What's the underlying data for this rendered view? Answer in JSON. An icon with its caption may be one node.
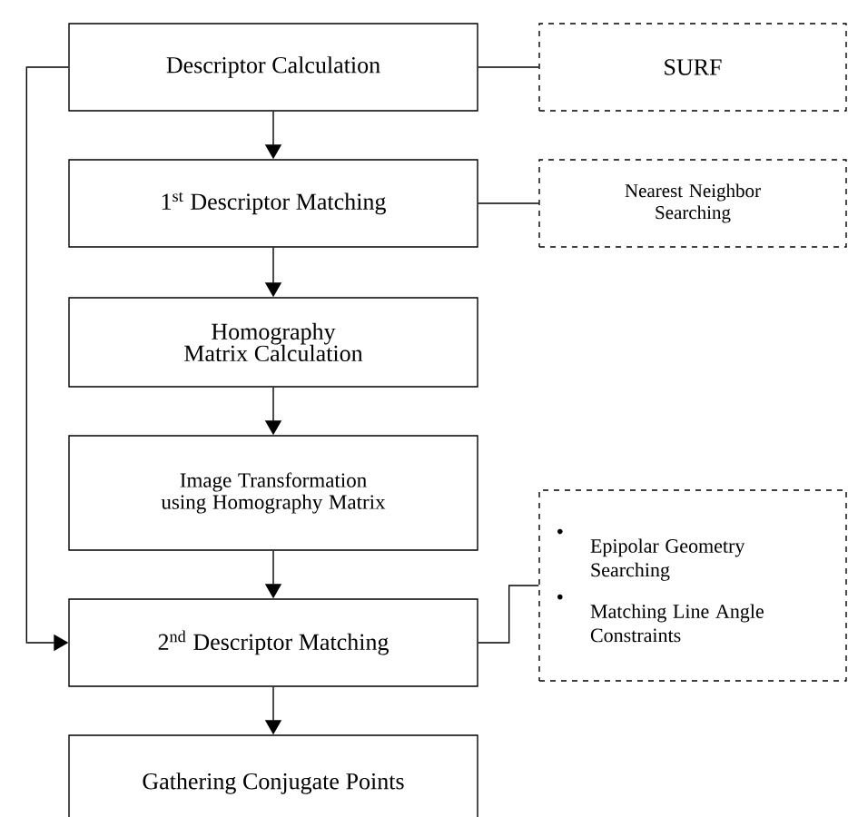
{
  "diagram": {
    "nodes": [
      {
        "text": [
          "Descriptor Calculation"
        ]
      },
      {
        "text": [
          "1$^{st}$ Descriptor Matching"
        ]
      },
      {
        "text": [
          "Homography Matrix Calculation"
        ]
      },
      {
        "text": [
          "Image Transformation using Homography Matrix"
        ]
      },
      {
        "text": [
          "2$^{nd}$ Descriptor Matching"
        ]
      },
      {
        "text": [
          "Gathering Conjugate Points"
        ]
      },
      {
        "text": [
          "SURF"
        ]
      },
      {
        "text": [
          "Nearest Neighbor Searching"
        ]
      },
      {
        "text": [
          "Epipolar Geometry Searching",
          "Matching Line Angle Constraints"
        ]
      }
    ],
    "edges": [
      {
        "from": 0,
        "to": 1,
        "arrow": "to"
      },
      {
        "from": 1,
        "to": 2,
        "arrow": "to"
      },
      {
        "from": 2,
        "to": 3,
        "arrow": "to"
      },
      {
        "from": 3,
        "to": 4,
        "arrow": "to"
      },
      {
        "from": 4,
        "to": 5,
        "arrow": "to"
      },
      {
        "from": 0,
        "to": 4,
        "arrow": "to"
      },
      {
        "from": 0,
        "to": 6,
        "arrow": "none"
      },
      {
        "from": 1,
        "to": 7,
        "arrow": "none"
      },
      {
        "from": 4,
        "to": 8,
        "arrow": "none"
      }
    ]
  }
}
